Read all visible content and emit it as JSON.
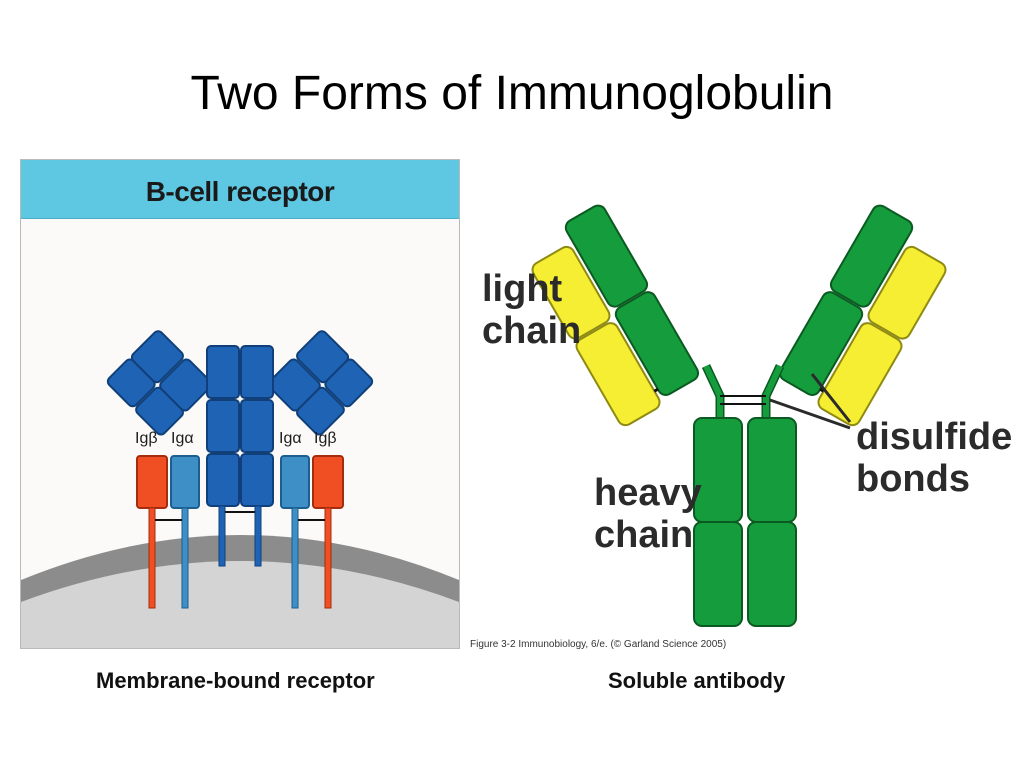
{
  "title": "Two Forms of Immunoglobulin",
  "membrane_panel": {
    "banner": "B-cell receptor",
    "chain_labels": [
      "Igβ",
      "Igα",
      "Igα",
      "Igβ"
    ],
    "caption": "Membrane-bound receptor"
  },
  "soluble_panel": {
    "light_chain_line1": "light",
    "light_chain_line2": "chain",
    "heavy_chain_line1": "heavy",
    "heavy_chain_line2": "chain",
    "disulfide_line1": "disulfide",
    "disulfide_line2": "bonds",
    "credit": "Figure 3-2 Immunobiology, 6/e. (© Garland Science 2005)",
    "caption": "Soluble antibody"
  },
  "colors": {
    "banner": "#5ec8e2",
    "bcr_blue": "#1f64b4",
    "ig_alpha": "#3d8fc6",
    "ig_beta": "#ef4f23",
    "heavy_green": "#159c3c",
    "light_yellow": "#f5ee32",
    "membrane": "#999999"
  }
}
